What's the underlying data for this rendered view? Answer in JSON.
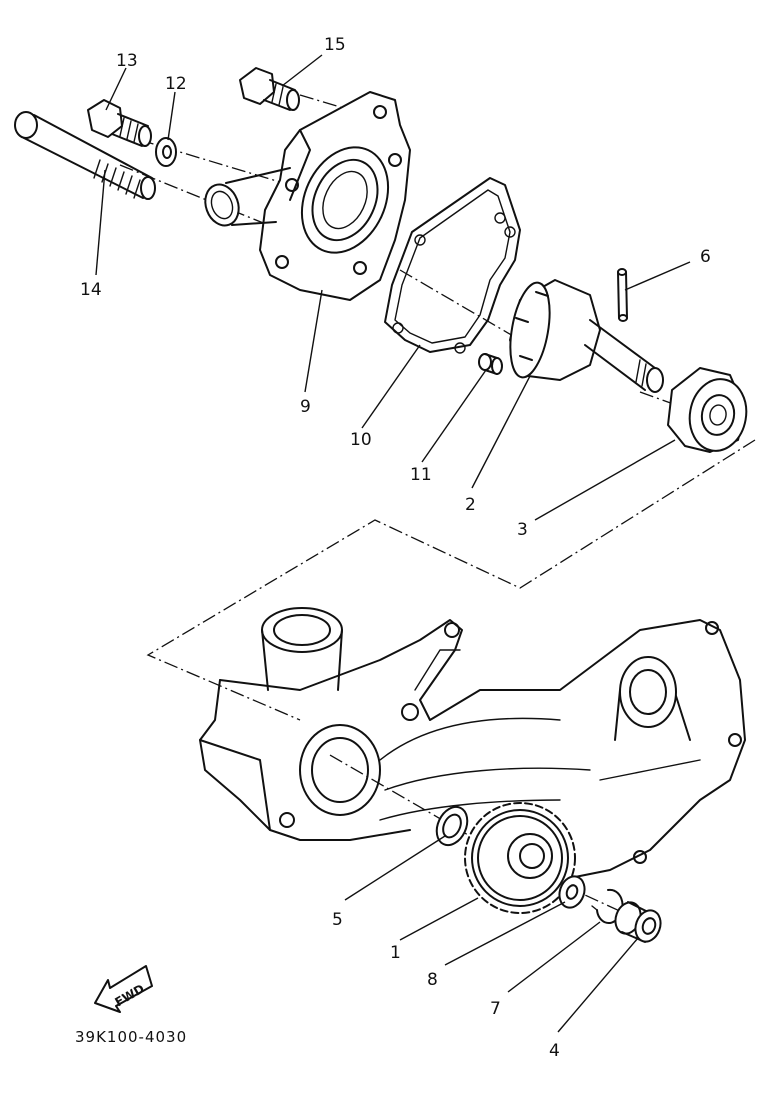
{
  "diagram": {
    "part_code": "39K100-4030",
    "fwd_label": "FWD",
    "callouts": {
      "c1": "1",
      "c2": "2",
      "c3": "3",
      "c4": "4",
      "c5": "5",
      "c6": "6",
      "c7": "7",
      "c8": "8",
      "c9": "9",
      "c10": "10",
      "c11": "11",
      "c12": "12",
      "c13": "13",
      "c14": "14",
      "c15": "15"
    }
  }
}
